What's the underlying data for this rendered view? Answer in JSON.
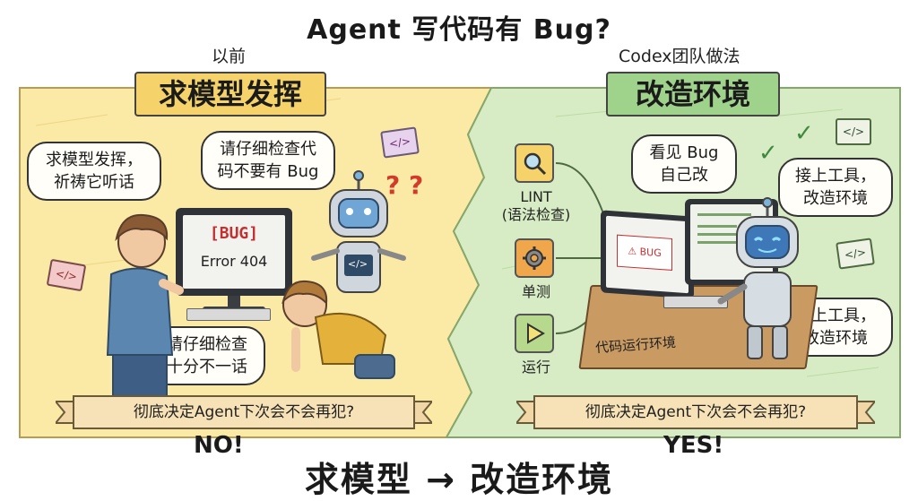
{
  "title": "Agent 写代码有 Bug?",
  "bottom_title": "求模型 → 改造环境",
  "left": {
    "label": "以前",
    "banner": "求模型发挥",
    "bubble_1": "求模型发挥，\n祈祷它听话",
    "bubble_2": "请仔细检查代\n码不要有 Bug",
    "bubble_3": "请仔细检查\n十分不一话",
    "screen_tag": "[BUG]",
    "screen_error": "Error 404",
    "robot_chip": "</>",
    "ribbon": "彻底决定Agent下次会不会再犯?",
    "verdict": "NO!",
    "colors": {
      "panel": "#fbe9a6",
      "banner": "#f5d36a"
    }
  },
  "right": {
    "label": "Codex团队做法",
    "banner": "改造环境",
    "bubble_1": "看见 Bug\n自己改",
    "bubble_2": "接上工具，\n改造环境",
    "bubble_3": "接上工具，\n改造环境",
    "tools": [
      {
        "icon": "magnifier-icon",
        "label": "LINT\n(语法检查)"
      },
      {
        "icon": "gear-icon",
        "label": "单测"
      },
      {
        "icon": "play-icon",
        "label": "运行"
      }
    ],
    "screen_bug": "BUG",
    "desk_label": "代码运行环境",
    "ribbon": "彻底决定Agent下次会不会再犯?",
    "verdict": "YES!",
    "colors": {
      "panel": "#d7ecc4",
      "banner": "#9fd28a"
    }
  }
}
